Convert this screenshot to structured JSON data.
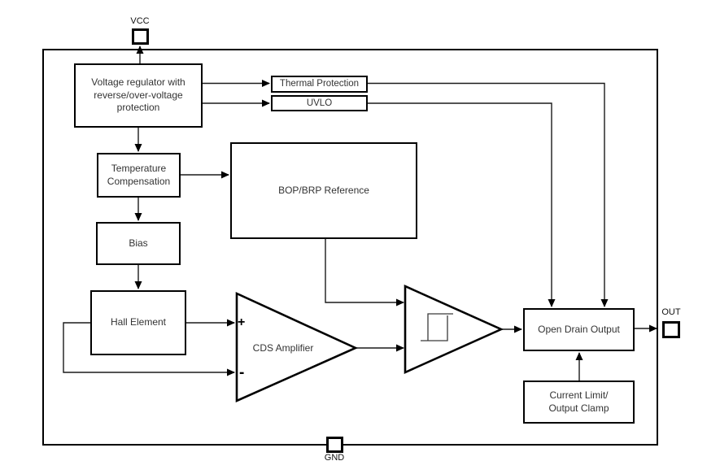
{
  "pins": {
    "vcc": {
      "label": "VCC"
    },
    "gnd": {
      "label": "GND"
    },
    "out": {
      "label": "OUT"
    }
  },
  "blocks": {
    "regulator": {
      "lines": [
        "Voltage regulator with",
        "reverse/over-voltage",
        "protection"
      ]
    },
    "thermal_protection": {
      "label": "Thermal Protection"
    },
    "uvlo": {
      "label": "UVLO"
    },
    "temperature_compensation": {
      "lines": [
        "Temperature",
        "Compensation"
      ]
    },
    "bop_brp_reference": {
      "label": "BOP/BRP Reference"
    },
    "bias": {
      "label": "Bias"
    },
    "hall_element": {
      "label": "Hall Element"
    },
    "cds_amplifier": {
      "label": "CDS Amplifier",
      "plus_input": "+",
      "minus_input": "-"
    },
    "schmitt_trigger": {
      "label": ""
    },
    "open_drain_output": {
      "label": "Open Drain Output"
    },
    "current_limit": {
      "lines": [
        "Current Limit/",
        "Output Clamp"
      ]
    }
  },
  "colors": {
    "ink": "#000000",
    "connector": "#1a1a1a",
    "text": "#333333",
    "background": "#ffffff"
  }
}
